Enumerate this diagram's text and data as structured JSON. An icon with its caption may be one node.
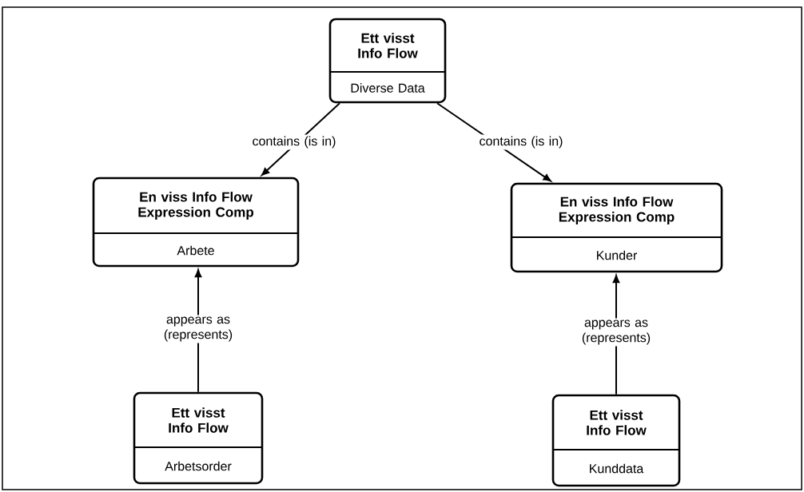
{
  "diagram": {
    "nodes": [
      {
        "text": [
          "Ett visst Info Flow",
          "Diverse Data"
        ]
      },
      {
        "text": [
          "En viss Info Flow Expression Comp",
          "Arbete"
        ]
      },
      {
        "text": [
          "En viss Info Flow Expression Comp",
          "Kunder"
        ]
      },
      {
        "text": [
          "Ett visst Info Flow",
          "Arbetsorder"
        ]
      },
      {
        "text": [
          "Ett visst Info Flow",
          "Kunddata"
        ]
      }
    ],
    "edges": [
      {
        "from": 0,
        "to": 1,
        "arrow": "to",
        "label": "contains (is in)"
      },
      {
        "from": 0,
        "to": 2,
        "arrow": "to",
        "label": "contains (is in)"
      },
      {
        "from": 3,
        "to": 1,
        "arrow": "to",
        "label": "appears as (represents)"
      },
      {
        "from": 4,
        "to": 2,
        "arrow": "to",
        "label": "appears as (represents)"
      }
    ]
  }
}
